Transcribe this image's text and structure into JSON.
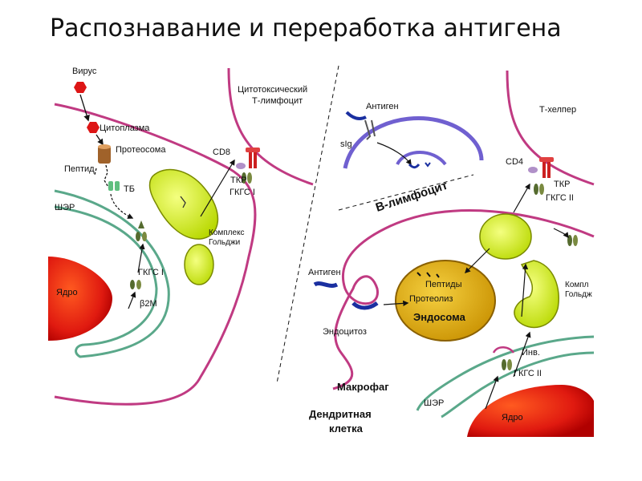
{
  "title": "Распознавание и переработка антигена",
  "colors": {
    "membrane": "#c03a82",
    "er": "#5aa88a",
    "nucleus": "#e02010",
    "golgi": "#c8e000",
    "endosome": "#d4a000",
    "bcell": "#7060d0",
    "receptor": "#cc2020",
    "antigen": "#1a2fa0"
  },
  "left_panel": {
    "virus": "Вирус",
    "cytoplasm": "Цитоплазма",
    "proteasome": "Протеосома",
    "peptide": "Пептид",
    "tb": "ТБ",
    "er": "ШЭР",
    "nucleus": "Ядро",
    "mhc1_inner": "ГКГС I",
    "b2m": "β2M",
    "ctl": [
      "Цитотоксический",
      "Т-лимфоцит"
    ],
    "cd8": "CD8",
    "tcr": "ТКР",
    "mhc1_surface": "ГКГС I",
    "golgi": [
      "Комплекс",
      "Гольджи"
    ]
  },
  "right_panel": {
    "antigen_top": "Антиген",
    "sig": "sIg",
    "bcell": "В-лимфоцит",
    "thelper": "Т-хелпер",
    "cd4": "CD4",
    "tcr": "ТКР",
    "mhc2_surface": "ГКГС II",
    "antigen_left": "Антиген",
    "peptides": "Пептиды",
    "proteolysis": "Протеолиз",
    "endosome": "Эндосома",
    "endocytosis": "Эндоцитоз",
    "golgi": [
      "Компл",
      "Гольдж"
    ],
    "inv": "Инв.",
    "mhc2_inner": "ГКГС II",
    "macrophage": "Макрофаг",
    "dendritic": [
      "Дендритная",
      "клетка"
    ],
    "er": "ШЭР",
    "nucleus": "Ядро"
  }
}
